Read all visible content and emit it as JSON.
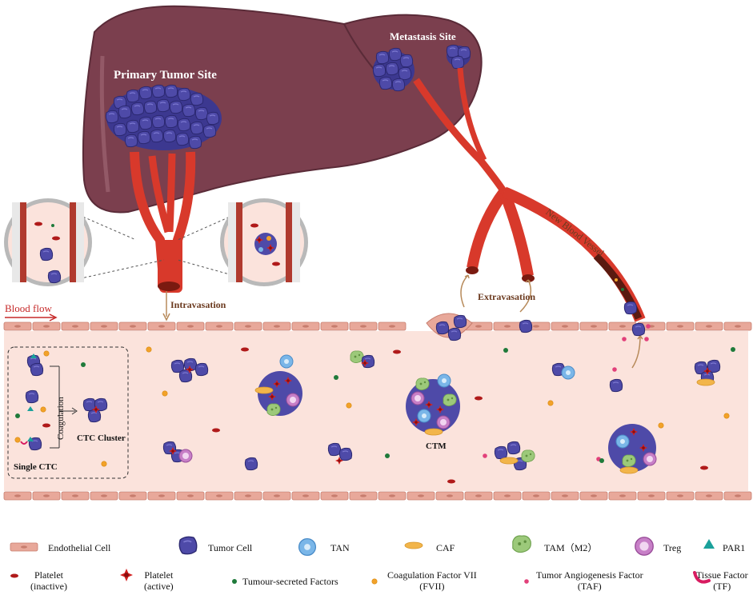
{
  "labels": {
    "primary_tumor_site": "Primary Tumor Site",
    "metastasis_site": "Metastasis Site",
    "new_blood_vessel": "New Blood Vessel",
    "blood_flow": "Blood flow",
    "intravasation": "Intravasation",
    "extravasation": "Extravasation",
    "coagulation": "Coagulation",
    "ctc_cluster": "CTC Cluster",
    "single_ctc": "Single CTC",
    "ctm": "CTM"
  },
  "legend": [
    {
      "id": "endothelial",
      "text": "Endothelial Cell"
    },
    {
      "id": "tumor",
      "text": "Tumor Cell"
    },
    {
      "id": "tan",
      "text": "TAN"
    },
    {
      "id": "caf",
      "text": "CAF"
    },
    {
      "id": "tam",
      "text": "TAM（M2）"
    },
    {
      "id": "treg",
      "text": "Treg"
    },
    {
      "id": "par1",
      "text": "PAR1"
    },
    {
      "id": "platelet_inactive",
      "line1": "Platelet",
      "line2": "(inactive)"
    },
    {
      "id": "platelet_active",
      "line1": "Platelet",
      "line2": "(active)"
    },
    {
      "id": "tumor_factors",
      "text": "Tumour-secreted Factors"
    },
    {
      "id": "fvii",
      "line1": "Coagulation Factor VII",
      "line2": "(FVII)"
    },
    {
      "id": "taf",
      "line1": "Tumor Angiogenesis Factor",
      "line2": "(TAF)"
    },
    {
      "id": "tf",
      "line1": "Tissue Factor",
      "line2": "(TF)"
    }
  ],
  "colors": {
    "liver": "#7b3f4e",
    "vessel_red": "#d8392b",
    "lumen": "#fbe3dc",
    "endothelial": "#e8a89a",
    "tumor_cell": "#4e4aa8",
    "platelet": "#b01a1a",
    "factor_green": "#1f7a3a",
    "factor_orange": "#f2a22a",
    "taf_pink": "#e2407a",
    "tan": "#7ab6e8",
    "caf": "#f2b54a",
    "tam": "#9cc97a",
    "treg": "#c77fc7",
    "par1": "#1aa19b"
  }
}
